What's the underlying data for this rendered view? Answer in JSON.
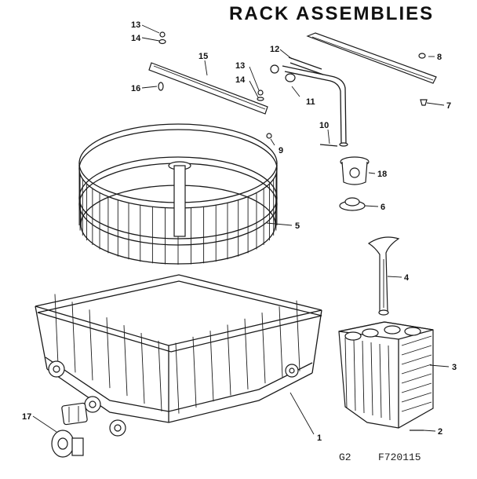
{
  "title": "RACK ASSEMBLIES",
  "footer": {
    "left": "G2",
    "right": "F720115"
  },
  "callouts": [
    "1",
    "2",
    "3",
    "4",
    "5",
    "6",
    "7",
    "8",
    "9",
    "10",
    "11",
    "12",
    "13",
    "14",
    "15",
    "16",
    "17",
    "18",
    "13",
    "14"
  ]
}
